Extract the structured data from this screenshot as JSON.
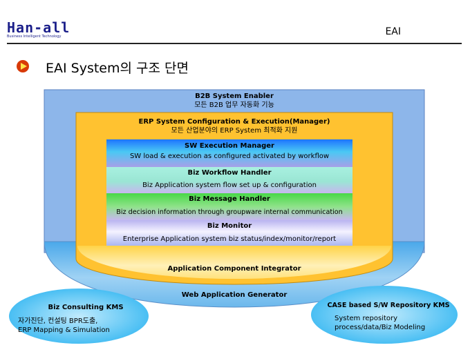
{
  "header": {
    "logo_text": "Han-all",
    "logo_subtitle": "Business Intelligent Technology",
    "section_title": "EAI"
  },
  "slide": {
    "title": "EAI System의 구조 단면"
  },
  "diagram": {
    "b2b": {
      "title": "B2B System Enabler",
      "desc": "모든 B2B 업무 자동화 기능"
    },
    "erp": {
      "title": "ERP System Configuration & Execution(Manager)",
      "desc": "모든 산업분야의 ERP System 최적화 지원"
    },
    "layers": [
      {
        "title": "SW Execution Manager",
        "desc": "SW load & execution as configured activated by workflow"
      },
      {
        "title": "Biz Workflow Handler",
        "desc": "Biz Application system flow set up & configuration"
      },
      {
        "title": "Biz Message Handler",
        "desc": "Biz decision information through groupware internal communication"
      },
      {
        "title": "Biz Monitor",
        "desc": "Enterprise Application system biz status/index/monitor/report"
      }
    ],
    "aci": "Application Component Integrator",
    "wag": "Web Application Generator",
    "left_ellipse": {
      "title": "Biz Consulting KMS",
      "line1": "자가진단, 컨설팅 BPR도출,",
      "line2": "ERP Mapping & Simulation"
    },
    "right_ellipse": {
      "title": "CASE based S/W Repository KMS",
      "line1": "System repository",
      "line2": "process/data/Biz Modeling"
    }
  },
  "colors": {
    "blue_box": "#8db6ea",
    "bowl": "#5fb2e8",
    "orange": "#ffc230",
    "inner_yellow": "#fff0b8",
    "ellipse": "#4fc4f6"
  }
}
